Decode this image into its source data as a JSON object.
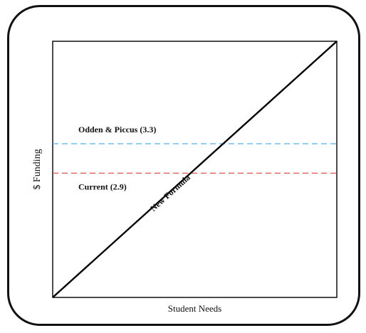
{
  "chart_data": {
    "type": "line",
    "title": "",
    "xlabel": "Student Needs",
    "ylabel": "$ Funding",
    "xlim": [
      0,
      1
    ],
    "ylim": [
      0,
      1
    ],
    "grid": false,
    "legend": "none",
    "series": [
      {
        "name": "New Formula",
        "x": [
          0,
          1
        ],
        "y": [
          0,
          1
        ],
        "color": "#000000",
        "style": "solid"
      },
      {
        "name": "Odden & Piccus (3.3)",
        "x": [
          0,
          1
        ],
        "y": [
          0.6,
          0.6
        ],
        "color": "#4fb3e6",
        "style": "dashed"
      },
      {
        "name": "Current (2.9)",
        "x": [
          0,
          1
        ],
        "y": [
          0.485,
          0.485
        ],
        "color": "#e0564f",
        "style": "dashed"
      }
    ]
  }
}
